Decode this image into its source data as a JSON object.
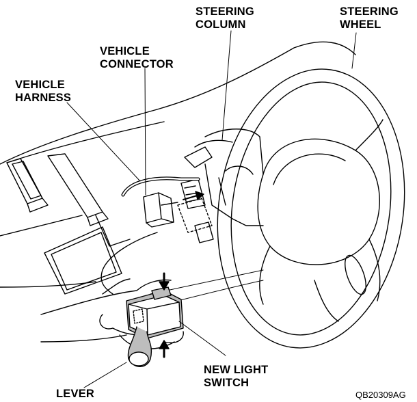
{
  "labels": {
    "steering_column": [
      "STEERING",
      "COLUMN"
    ],
    "steering_wheel": [
      "STEERING",
      "WHEEL"
    ],
    "vehicle_connector": [
      "VEHICLE",
      "CONNECTOR"
    ],
    "vehicle_harness": [
      "VEHICLE",
      "HARNESS"
    ],
    "new_light_switch": [
      "NEW LIGHT",
      "SWITCH"
    ],
    "lever": "LEVER"
  },
  "figure_code": "QB20309AG",
  "colors": {
    "line": "#000000",
    "shade": "#bdbdbd",
    "background": "#ffffff"
  }
}
